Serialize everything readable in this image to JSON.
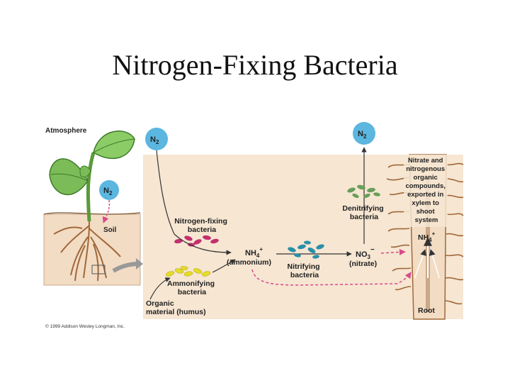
{
  "slide": {
    "title": "Nitrogen-Fixing Bacteria"
  },
  "labels": {
    "atmosphere": "Atmosphere",
    "soil": "Soil",
    "plant_n2": "N",
    "n2_left": "N",
    "n2_top": "N",
    "n2_sub": "2",
    "nitrogen_fixing": [
      "Nitrogen-fixing",
      "bacteria"
    ],
    "ammonium": [
      "NH",
      "4",
      "+",
      "(ammonium)"
    ],
    "nitrifying": [
      "Nitrifying",
      "bacteria"
    ],
    "nitrate": [
      "NO",
      "3",
      "−",
      "(nitrate)"
    ],
    "denitrifying": [
      "Denitrifying",
      "bacteria"
    ],
    "ammonifying": [
      "Ammonifying",
      "bacteria"
    ],
    "organic": [
      "Organic",
      "material (humus)"
    ],
    "exported": [
      "Nitrate and",
      "nitrogenous",
      "organic",
      "compounds,",
      "exported in",
      "xylem to",
      "shoot",
      "system"
    ],
    "root_nh4": [
      "NH",
      "4",
      "+"
    ],
    "root": "Root",
    "copyright": "© 1999 Addison Wesley Longman, Inc."
  },
  "colors": {
    "panel": "#f6e6d2",
    "n2_circle": "#5bb6e0",
    "nitrogen_fixing_bacteria": "#c2306e",
    "nitrifying_bacteria": "#2a8fa8",
    "denitrifying_bacteria": "#6a9e5a",
    "ammonifying_bacteria": "#e6dc2a",
    "pink_arrow": "#d84a8a",
    "soil": "#f3dcc4",
    "leaf": "#6fae4c"
  }
}
